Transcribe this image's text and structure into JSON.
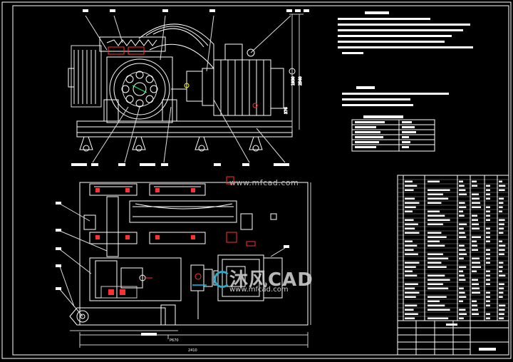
{
  "drawing": {
    "background": "#000000",
    "line_color": "#ffffff",
    "accent_colors": {
      "yellow": "#ffff00",
      "cyan": "#00c8ff",
      "red": "#ff3030",
      "green": "#00ff66"
    }
  },
  "watermarks": {
    "site_url_top": "www.mfcad.com",
    "brand_logo": "沐风CAD",
    "site_url_bottom": "www.mfcad.com"
  },
  "dimensions": {
    "plan_width_inner": "P670",
    "plan_width_outer": "2410"
  }
}
